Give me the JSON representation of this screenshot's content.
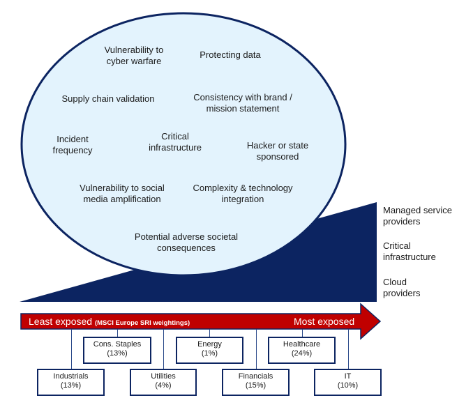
{
  "circle": {
    "factors": [
      {
        "id": "vuln-cyber-warfare",
        "lines": [
          "Vulnerability to",
          "cyber warfare"
        ]
      },
      {
        "id": "protecting-data",
        "lines": [
          "Protecting data"
        ]
      },
      {
        "id": "supply-chain",
        "lines": [
          "Supply chain validation"
        ]
      },
      {
        "id": "brand-consistency",
        "lines": [
          "Consistency with brand /",
          "mission statement"
        ]
      },
      {
        "id": "incident-frequency",
        "lines": [
          "Incident",
          "frequency"
        ]
      },
      {
        "id": "critical-infra",
        "lines": [
          "Critical",
          "infrastructure"
        ]
      },
      {
        "id": "hacker-state",
        "lines": [
          "Hacker or state",
          "sponsored"
        ]
      },
      {
        "id": "social-media",
        "lines": [
          "Vulnerability to social",
          "media amplification"
        ]
      },
      {
        "id": "complexity",
        "lines": [
          "Complexity & technology",
          "integration"
        ]
      },
      {
        "id": "societal",
        "lines": [
          "Potential adverse societal",
          "consequences"
        ]
      }
    ]
  },
  "wedge_labels": [
    {
      "lines": [
        "Managed service",
        "providers"
      ]
    },
    {
      "lines": [
        "Critical",
        "infrastructure"
      ]
    },
    {
      "lines": [
        "Cloud",
        "providers"
      ]
    }
  ],
  "arrow": {
    "left_label": "Least exposed",
    "left_sub": "(MSCI Europe SRI weightings)",
    "right_label": "Most exposed"
  },
  "sectors": [
    {
      "name": "Industrials",
      "weight": "(13%)",
      "row": "lower"
    },
    {
      "name": "Cons. Staples",
      "weight": "(13%)",
      "row": "upper"
    },
    {
      "name": "Utilities",
      "weight": "(4%)",
      "row": "lower"
    },
    {
      "name": "Energy",
      "weight": "(1%)",
      "row": "upper"
    },
    {
      "name": "Financials",
      "weight": "(15%)",
      "row": "lower"
    },
    {
      "name": "Healthcare",
      "weight": "(24%)",
      "row": "upper"
    },
    {
      "name": "IT",
      "weight": "(10%)",
      "row": "lower"
    }
  ],
  "colors": {
    "navy": "#0c2461",
    "circle_fill": "#e3f3fd",
    "arrow_red": "#c00000"
  }
}
